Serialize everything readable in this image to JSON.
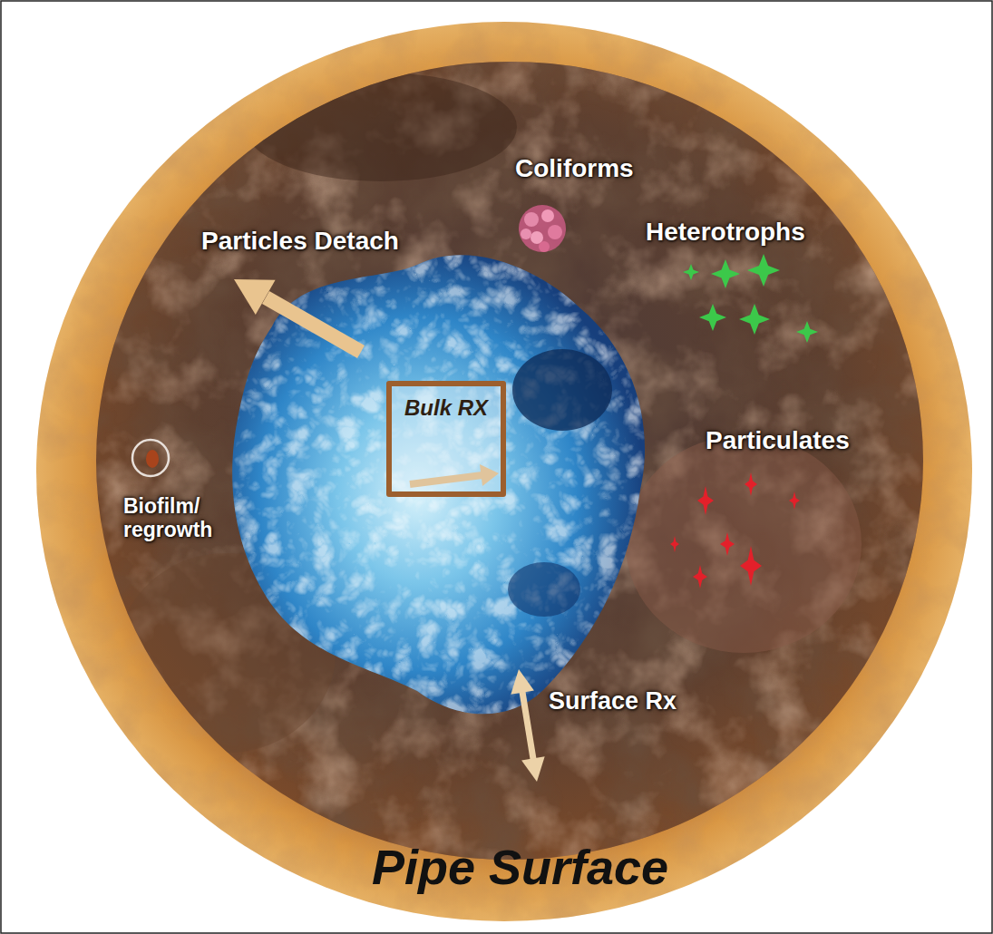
{
  "diagram": {
    "nodes": [
      {
        "text": [
          "Bulk RX"
        ]
      }
    ],
    "labels": [
      "Particles Detach",
      "Coliforms",
      "Heterotrophs",
      "Particulates",
      "Biofilm/ regrowth",
      "Surface Rx",
      "Pipe Surface"
    ]
  }
}
